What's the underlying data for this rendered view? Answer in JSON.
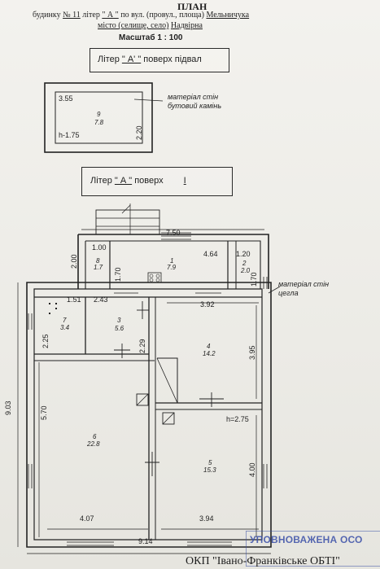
{
  "header": {
    "title": "ПЛАН",
    "building_prefix": "будинку",
    "building_no": "№ 11",
    "liter_word": "літер",
    "liter": "\" А \"",
    "street_caption": "по вул. (провул., площа)",
    "street": "Мельничука",
    "city_caption": "місто (селище, село)",
    "city": "Надвірна",
    "scale": "Масштаб 1 : 100"
  },
  "basement": {
    "label_prefix": "Літер",
    "liter": "\"   А'   \"",
    "label_suffix": "поверх підвал",
    "dim_top": "3.55",
    "dim_right": "2.20",
    "room_no": "9",
    "room_area": "7.8",
    "height": "h-1.75",
    "wall_material": "матеріал стін\nбутовий камінь"
  },
  "floor1": {
    "label_prefix": "Літер",
    "liter": "\"   А   \"",
    "label_mid": "поверх",
    "floor": "I",
    "wall_material": "матеріал стін\nцегла",
    "height": "h=2.75",
    "dims": {
      "veranda_top": "7.50",
      "veranda_left": "2.00",
      "r8_w": "1.00",
      "r8_h": "1.70",
      "r1_w": "4.64",
      "r2_w": "1.20",
      "r2_h": "1.70",
      "r7_w": "1.51",
      "r7_h": "2.25",
      "r3_w": "2.43",
      "r3_h": "2.29",
      "r4_w": "3.92",
      "r4_h": "3.95",
      "r6_h": "5.70",
      "total_h": "9.03",
      "r5_h": "4.00",
      "r6_w": "4.07",
      "r5_w": "3.94",
      "total_w": "9.14"
    },
    "rooms": [
      {
        "no": "1",
        "area": "7.9"
      },
      {
        "no": "2",
        "area": "2.0"
      },
      {
        "no": "3",
        "area": "5.6"
      },
      {
        "no": "4",
        "area": "14.2"
      },
      {
        "no": "5",
        "area": "15.3"
      },
      {
        "no": "6",
        "area": "22.8"
      },
      {
        "no": "7",
        "area": "3.4"
      },
      {
        "no": "8",
        "area": "1.7"
      }
    ]
  },
  "stamp": {
    "text": "УПОВНОВАЖЕНА ОСО",
    "footer": "ОКП \"Івано-Франківське ОБТІ\""
  },
  "colors": {
    "ink": "#1f1f1f",
    "stamp": "#3b50a8"
  }
}
